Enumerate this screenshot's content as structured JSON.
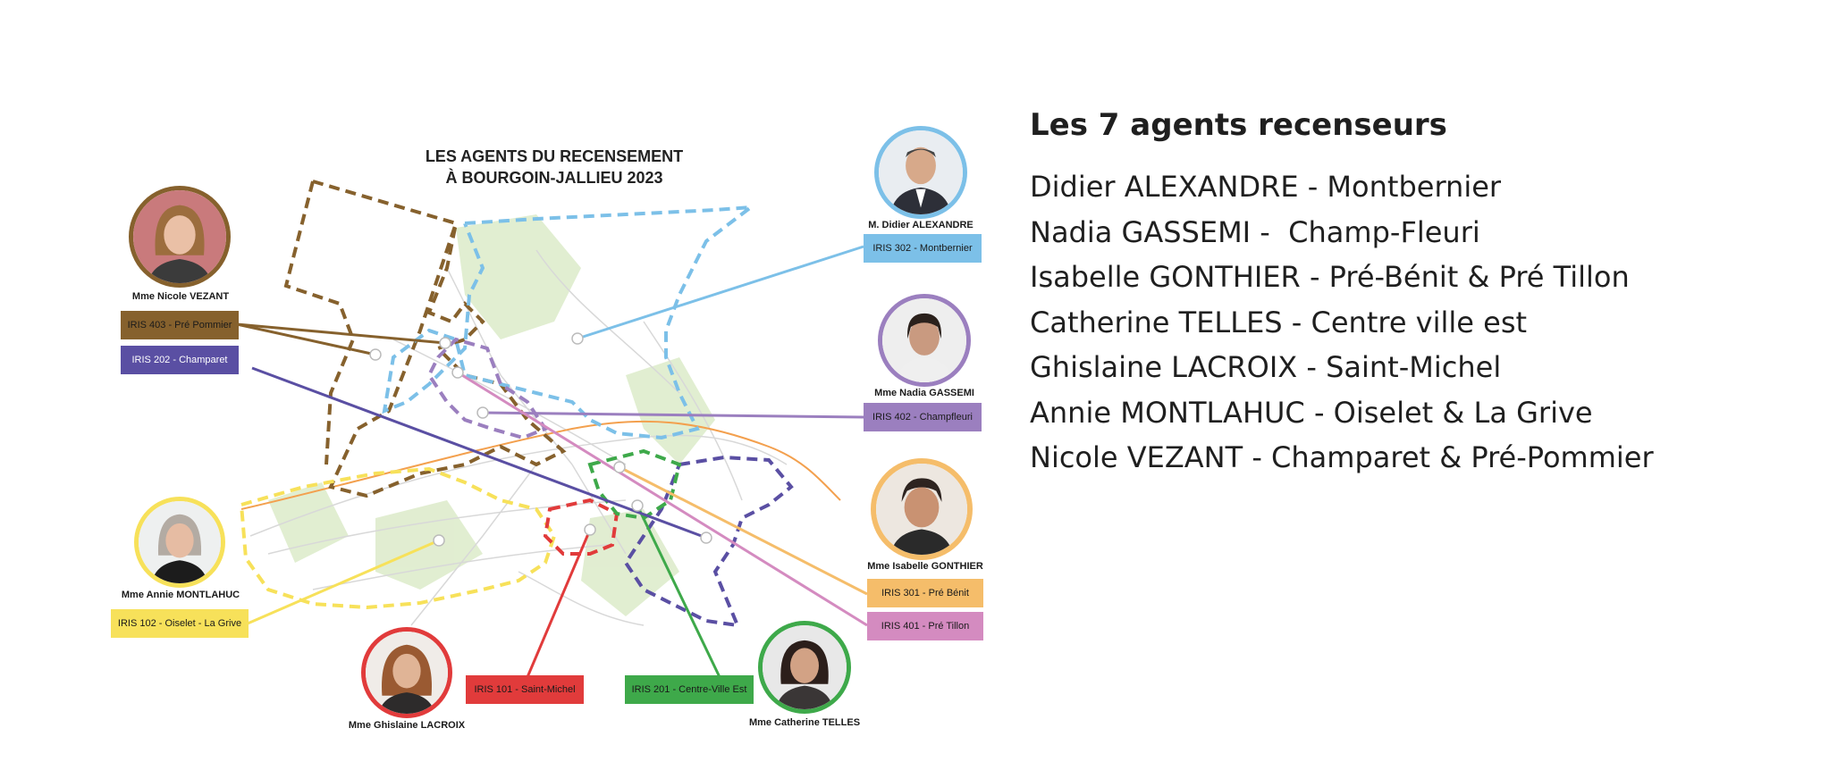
{
  "map": {
    "title_line1": "LES AGENTS DU RECENSEMENT",
    "title_line2": "À BOURGOIN-JALLIEU 2023"
  },
  "agents": [
    {
      "name": "M. Didier ALEXANDRE",
      "iris": "IRIS 302 - Montbernier",
      "color": "#7cc0e8",
      "text_color": "#1a1a1a"
    },
    {
      "name": "Mme Nadia GASSEMI",
      "iris": "IRIS 402 - Champfleuri",
      "color": "#9b7fbf",
      "text_color": "#1a1a1a"
    },
    {
      "name": "Mme Isabelle GONTHIER",
      "iris": "IRIS 301 - Pré Bénit",
      "color": "#f5bd6a",
      "text_color": "#1a1a1a"
    },
    {
      "name": "",
      "iris": "IRIS 401 - Pré Tillon",
      "color": "#d48bc0",
      "text_color": "#1a1a1a"
    },
    {
      "name": "Mme Catherine TELLES",
      "iris": "IRIS 201 - Centre-Ville Est",
      "color": "#3ea94a",
      "text_color": "#1a1a1a"
    },
    {
      "name": "Mme Ghislaine LACROIX",
      "iris": "IRIS 101 - Saint-Michel",
      "color": "#e13b3b",
      "text_color": "#1a1a1a"
    },
    {
      "name": "Mme Annie MONTLAHUC",
      "iris": "IRIS 102 - Oiselet - La Grive",
      "color": "#f7e15a",
      "text_color": "#1a1a1a"
    },
    {
      "name": "Mme Nicole VEZANT",
      "iris": "IRIS 403 - Pré Pommier",
      "color": "#86612d",
      "text_color": "#1a1a1a"
    },
    {
      "name": "",
      "iris": "IRIS 202 - Champaret",
      "color": "#5a4fa3",
      "text_color": "#ffffff"
    }
  ],
  "panel": {
    "heading": "Les 7 agents recenseurs",
    "items": [
      "Didier ALEXANDRE - Montbernier",
      "Nadia GASSEMI -  Champ-Fleuri",
      "Isabelle GONTHIER - Pré-Bénit & Pré Tillon",
      "Catherine TELLES - Centre ville est",
      "Ghislaine LACROIX - Saint-Michel",
      "Annie MONTLAHUC - Oiselet & La Grive",
      "Nicole VEZANT - Champaret & Pré-Pommier"
    ]
  }
}
